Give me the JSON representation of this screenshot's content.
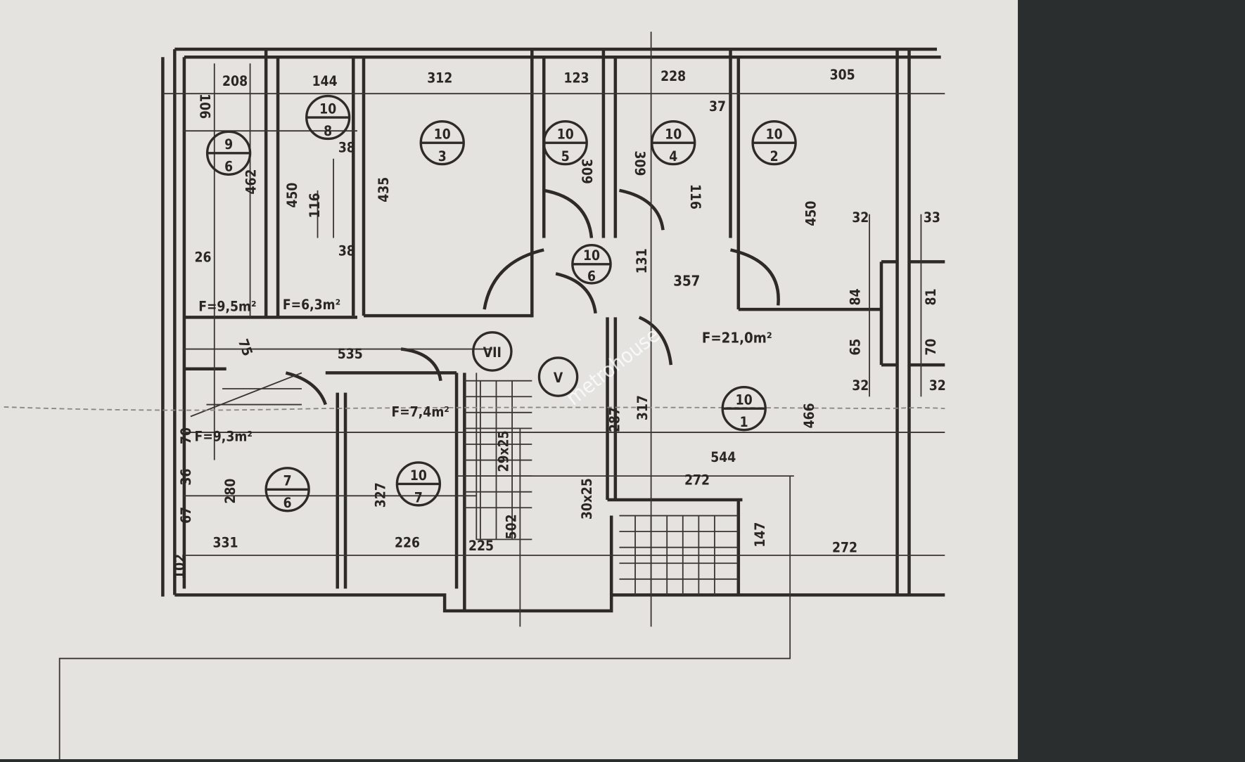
{
  "watermark": "metrohouse",
  "colors": {
    "paper": "#e4e3df",
    "ink": "#2a2624",
    "background": "#2b2e2f"
  },
  "rooms": [
    {
      "top": "10",
      "bottom": "3"
    },
    {
      "top": "10",
      "bottom": "5"
    },
    {
      "top": "10",
      "bottom": "4"
    },
    {
      "top": "10",
      "bottom": "2"
    },
    {
      "top": "9",
      "bottom": "6"
    },
    {
      "top": "10",
      "bottom": "8"
    },
    {
      "top": "10",
      "bottom": "6"
    },
    {
      "top": "10",
      "bottom": "1"
    },
    {
      "top": "7",
      "bottom": "6"
    },
    {
      "top": "10",
      "bottom": "7"
    }
  ],
  "zones": [
    "VII",
    "V"
  ],
  "areas": [
    "F=21,0m²",
    "F=9,5m²",
    "F=6,3m²",
    "F=7,4m²",
    "F=9,3m²"
  ],
  "dimensions_horizontal": [
    "208",
    "144",
    "312",
    "123",
    "228",
    "305",
    "357",
    "535",
    "544",
    "272",
    "272",
    "331",
    "226",
    "225",
    "32",
    "33",
    "32",
    "32",
    "26",
    "38",
    "38",
    "37"
  ],
  "dimensions_vertical": [
    "106",
    "462",
    "450",
    "116",
    "435",
    "309",
    "309",
    "116",
    "450",
    "131",
    "84",
    "81",
    "65",
    "70",
    "466",
    "287",
    "317",
    "147",
    "502",
    "280",
    "327",
    "70",
    "36",
    "67",
    "102",
    "75",
    "29x25",
    "30x25"
  ]
}
